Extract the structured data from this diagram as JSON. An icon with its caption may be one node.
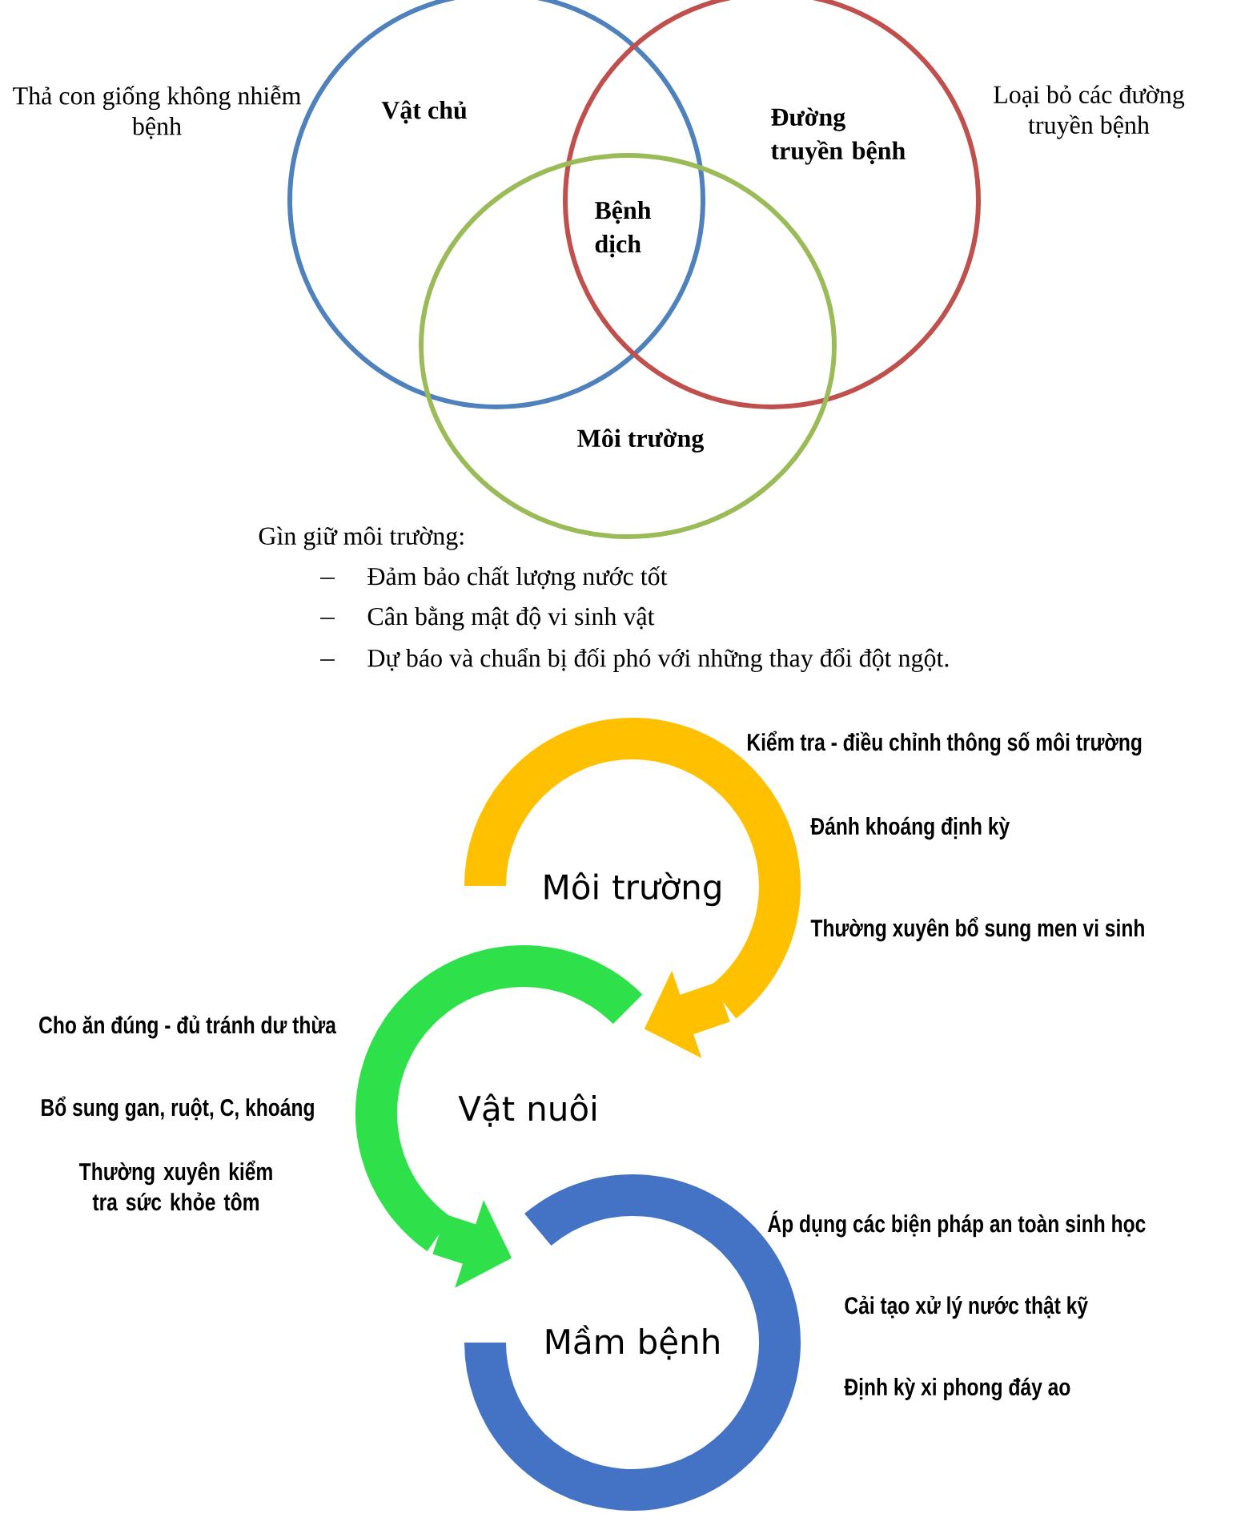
{
  "diagram": {
    "nodes": [
      {
        "text": [
          "Vật chủ"
        ],
        "beside": [
          "Thả con giống không nhiễm bệnh"
        ]
      },
      {
        "text": [
          "Đường truyền bệnh"
        ],
        "beside": [
          "Loại bỏ các đường truyền bệnh"
        ]
      },
      {
        "text": [
          "Môi trường"
        ],
        "beside": [
          "Gìn giữ môi trường:",
          "Đảm bảo chất lượng nước tốt",
          "Cân bằng mật độ vi sinh vật",
          "Dự báo và chuẩn bị đối phó với những thay đổi đột ngột."
        ]
      },
      {
        "text": [
          "Môi trường"
        ],
        "beside": [
          "Kiểm tra - điều chỉnh thông số môi trường",
          "Đánh khoáng định kỳ",
          "Thường xuyên bổ sung men vi sinh"
        ]
      },
      {
        "text": [
          "Vật nuôi"
        ],
        "beside": [
          "Cho ăn đúng - đủ tránh dư thừa",
          "Bổ sung gan, ruột, C, khoáng",
          "Thường xuyên kiểm tra sức khỏe tôm"
        ]
      },
      {
        "text": [
          "Mầm bệnh"
        ],
        "beside": [
          "Áp dụng các biện pháp an toàn sinh học",
          "Cải tạo xử lý nước thật kỹ",
          "Định kỳ xi phong đáy ao"
        ]
      }
    ],
    "edges": [
      {
        "from": 3,
        "to": 4,
        "arrow": "to",
        "color": "#ffc000"
      },
      {
        "from": 4,
        "to": 5,
        "arrow": "to",
        "color": "#2ee04a"
      }
    ],
    "labels": [
      "Bệnh dịch"
    ]
  }
}
